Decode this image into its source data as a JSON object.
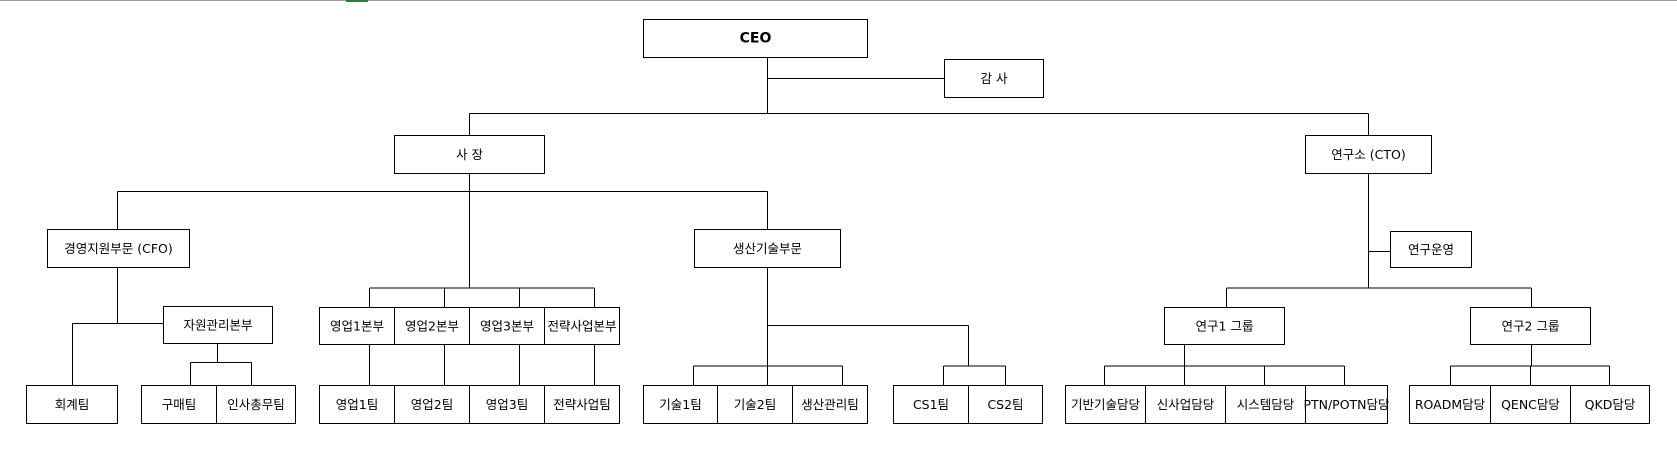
{
  "org": {
    "ceo": "CEO",
    "audit": "감 사",
    "president": "사 장",
    "cto": "연구소 (CTO)",
    "cfo": "경영지원부문 (CFO)",
    "production": "생산기술부문",
    "research_ops": "연구운영",
    "resource_hq": "자원관리본부",
    "sales1_hq": "영업1본부",
    "sales2_hq": "영업2본부",
    "sales3_hq": "영업3본부",
    "strategy_hq": "전략사업본부",
    "research1_group": "연구1 그룹",
    "research2_group": "연구2 그룹",
    "accounting_team": "회계팀",
    "purchasing_team": "구매팀",
    "hr_team": "인사총무팀",
    "sales1_team": "영업1팀",
    "sales2_team": "영업2팀",
    "sales3_team": "영업3팀",
    "strategy_team": "전략사업팀",
    "tech1_team": "기술1팀",
    "tech2_team": "기술2팀",
    "prod_mgmt_team": "생산관리팀",
    "cs1_team": "CS1팀",
    "cs2_team": "CS2팀",
    "base_tech": "기반기술담당",
    "new_biz": "신사업담당",
    "system": "시스템담당",
    "ptn_potn": "PTN/POTN담당",
    "roadm": "ROADM담당",
    "qenc": "QENC담당",
    "qkd": "QKD담당"
  }
}
